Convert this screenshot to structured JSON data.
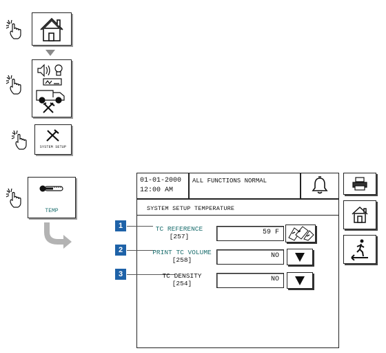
{
  "flow": {
    "system_setup_label": "SYSTEM SETUP",
    "temp_label": "TEMP"
  },
  "screen": {
    "date": "01-01-2000",
    "time": "12:00 AM",
    "status": "ALL FUNCTIONS NORMAL",
    "title": "SYSTEM SETUP TEMPERATURE",
    "settings": [
      {
        "number": "1",
        "name": "TC REFERENCE",
        "code": "[257]",
        "value": "59 F"
      },
      {
        "number": "2",
        "name": "PRINT TC VOLUME",
        "code": "[258]",
        "value": "NO"
      },
      {
        "number": "3",
        "name": "TC DENSITY",
        "code": "[254]",
        "value": "NO"
      }
    ]
  },
  "colors": {
    "badge": "#1e62a8",
    "label_text": "#1d6f6f",
    "arrow": "#b3b3b3"
  },
  "icons": [
    "tap-hand-icon",
    "home-icon",
    "setup-menu-icon",
    "system-setup-icon",
    "thermometer-icon",
    "curved-arrow-icon",
    "bell-icon",
    "printer-icon",
    "exit-icon",
    "keypad-icon",
    "dropdown-arrow-icon"
  ]
}
